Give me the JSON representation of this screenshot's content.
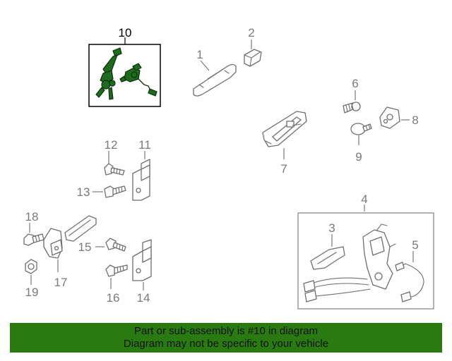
{
  "diagram": {
    "callouts": {
      "c1": "1",
      "c2": "2",
      "c3": "3",
      "c4": "4",
      "c5": "5",
      "c6": "6",
      "c7": "7",
      "c8": "8",
      "c9": "9",
      "c10": "10",
      "c11": "11",
      "c12": "12",
      "c13": "13",
      "c14": "14",
      "c15": "15",
      "c16": "16",
      "c17": "17",
      "c18": "18",
      "c19": "19"
    },
    "highlighted_part": "10",
    "highlight_color": "#1d6b1d"
  },
  "banner": {
    "line1": "Part or sub-assembly is #10 in diagram",
    "line2": "Diagram may not be specific to your vehicle",
    "color": "#2a7a12"
  }
}
